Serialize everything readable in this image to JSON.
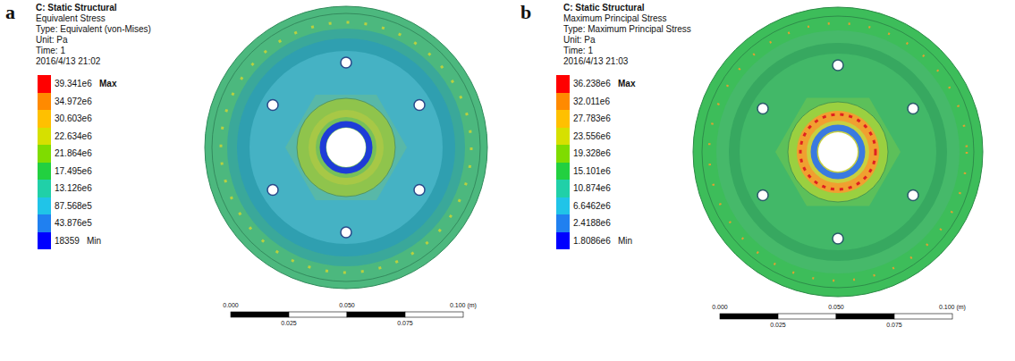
{
  "diagram": {
    "labels": [
      "a",
      "C: Static Structural",
      "Equivalent Stress",
      "Type: Equivalent (von-Mises)",
      "Unit: Pa",
      "Time: 1",
      "2016/4/13 21:02",
      "Max",
      "Min",
      "0.000",
      "0.050",
      "0.100 (m)",
      "0.025",
      "0.075",
      "b",
      "C: Static Structural",
      "Maximum Principal Stress",
      "Type: Maximum Principal Stress",
      "Unit: Pa",
      "Time: 1",
      "2016/4/13 21:03",
      "Max",
      "Min",
      "0.000",
      "0.050",
      "0.100 (m)",
      "0.025",
      "0.075"
    ],
    "legend": [
      {
        "text": "39.341e6",
        "color": "#ff0000"
      },
      {
        "text": "34.972e6",
        "color": "#ff8a00"
      },
      {
        "text": "30.603e6",
        "color": "#ffc000"
      },
      {
        "text": "22.634e6",
        "color": "#d6e000"
      },
      {
        "text": "21.864e6",
        "color": "#7fdc00"
      },
      {
        "text": "17.495e6",
        "color": "#22d040"
      },
      {
        "text": "13.126e6",
        "color": "#20d0a8"
      },
      {
        "text": "87.568e5",
        "color": "#20c4e8"
      },
      {
        "text": "43.876e5",
        "color": "#2080f0"
      },
      {
        "text": "18359",
        "color": "#0000ff"
      },
      {
        "text": "36.238e6",
        "color": "#ff0000"
      },
      {
        "text": "32.011e6",
        "color": "#ff8a00"
      },
      {
        "text": "27.783e6",
        "color": "#ffc000"
      },
      {
        "text": "23.556e6",
        "color": "#d6e000"
      },
      {
        "text": "19.328e6",
        "color": "#7fdc00"
      },
      {
        "text": "15.101e6",
        "color": "#22d040"
      },
      {
        "text": "10.874e6",
        "color": "#20d0a8"
      },
      {
        "text": "6.6462e6",
        "color": "#20c4e8"
      },
      {
        "text": "2.4188e6",
        "color": "#2080f0"
      },
      {
        "text": "1.8086e6",
        "color": "#0000ff"
      }
    ]
  }
}
